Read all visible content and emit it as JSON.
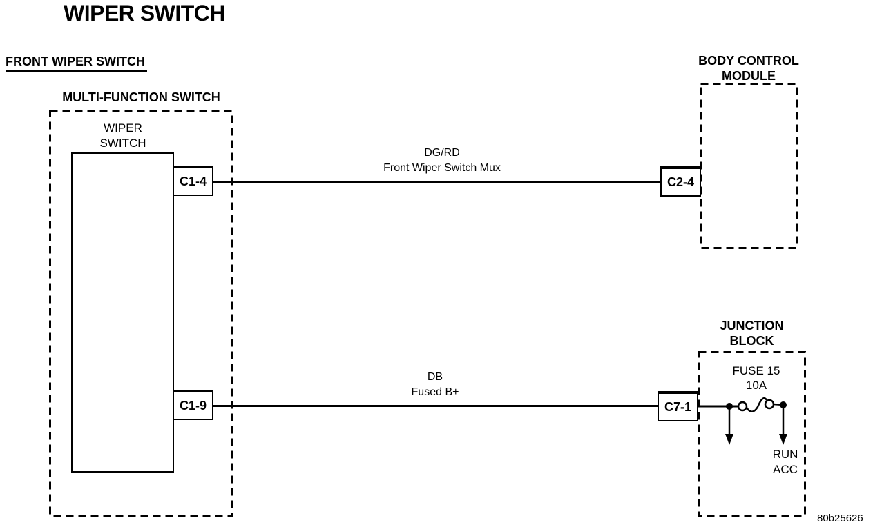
{
  "page": {
    "title": "WIPER SWITCH",
    "section": "FRONT WIPER SWITCH",
    "figure_code": "80b25626"
  },
  "colors": {
    "ink": "#000000",
    "paper": "#ffffff"
  },
  "multi_function_switch": {
    "label": "MULTI-FUNCTION SWITCH",
    "component_line1": "WIPER",
    "component_line2": "SWITCH",
    "connector_top": "C1-4",
    "connector_bottom": "C1-9"
  },
  "wires": [
    {
      "color_code": "DG/RD",
      "circuit_name": "Front Wiper Switch Mux",
      "from": "C1-4",
      "to": "C2-4"
    },
    {
      "color_code": "DB",
      "circuit_name": "Fused B+",
      "from": "C1-9",
      "to": "C7-1"
    }
  ],
  "body_control_module": {
    "label_line1": "BODY CONTROL",
    "label_line2": "MODULE",
    "connector": "C2-4"
  },
  "junction_block": {
    "label_line1": "JUNCTION",
    "label_line2": "BLOCK",
    "connector": "C7-1",
    "fuse_name": "FUSE 15",
    "fuse_rating": "10A",
    "feed_line1": "RUN",
    "feed_line2": "ACC"
  }
}
